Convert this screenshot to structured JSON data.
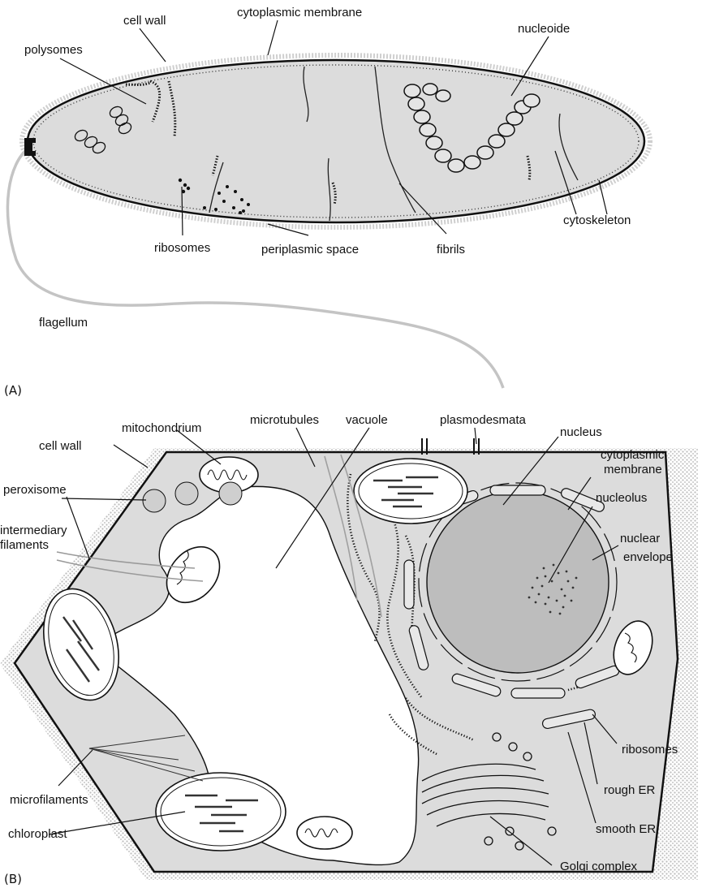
{
  "panel_a": {
    "panel_label": "(A)",
    "labels": {
      "cell_wall": "cell wall",
      "cytoplasmic_membrane": "cytoplasmic membrane",
      "polysomes": "polysomes",
      "nucleoide": "nucleoide",
      "ribosomes": "ribosomes",
      "periplasmic_space": "periplasmic space",
      "fibrils": "fibrils",
      "cytoskeleton": "cytoskeleton",
      "flagellum": "flagellum"
    }
  },
  "panel_b": {
    "panel_label": "(B)",
    "labels": {
      "cell_wall": "cell wall",
      "mitochondrium": "mitochondrium",
      "microtubules": "microtubules",
      "vacuole": "vacuole",
      "plasmodesmata": "plasmodesmata",
      "nucleus": "nucleus",
      "cytoplasmic_membrane_1": "cytoplasmic",
      "cytoplasmic_membrane_2": "membrane",
      "peroxisome": "peroxisome",
      "nucleolus": "nucleolus",
      "intermediary_1": "intermediary",
      "intermediary_2": "filaments",
      "nuclear_1": "nuclear",
      "nuclear_2": "envelope",
      "ribosomes": "ribosomes",
      "rough_er": "rough ER",
      "microfilaments": "microfilaments",
      "smooth_er": "smooth ER",
      "chloroplast": "chloroplast",
      "golgi": "Golgi complex"
    }
  },
  "colors": {
    "cytoplasm": "#dcdcdc",
    "wall_texture": "#c8c8c8",
    "nucleus": "#bdbdbd",
    "line": "#111111",
    "flagellum": "#c4c4c4"
  }
}
